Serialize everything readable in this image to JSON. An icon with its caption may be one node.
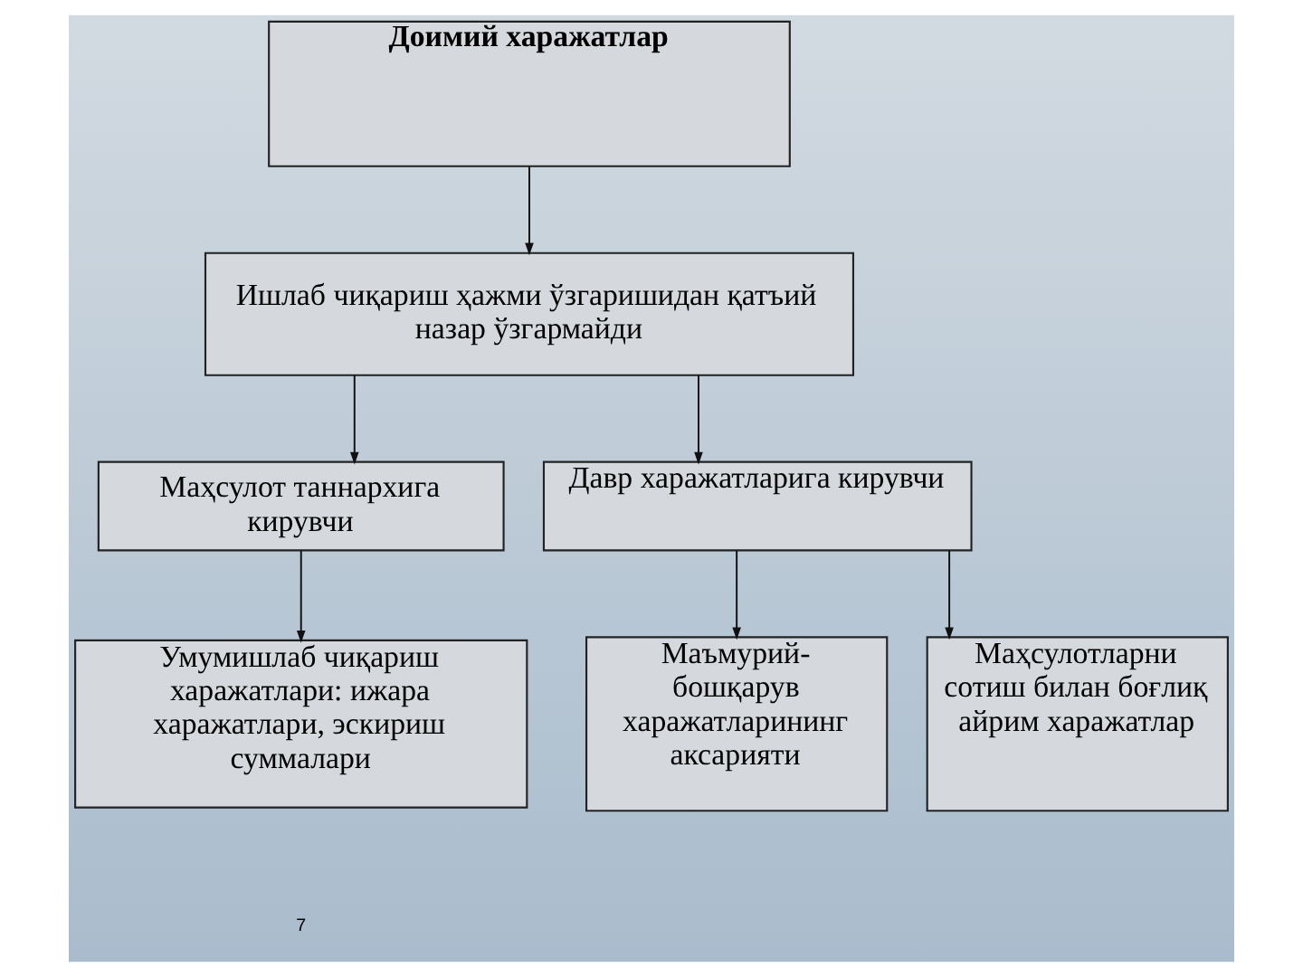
{
  "diagram": {
    "nodes": [
      {
        "text": [
          "Доимий харажатлар"
        ]
      },
      {
        "text": [
          "Ишлаб чиқариш ҳажми ўзгаришидан қатъий назар ўзгармайди"
        ]
      },
      {
        "text": [
          "Маҳсулот таннархига кирувчи"
        ]
      },
      {
        "text": [
          "Давр харажатларига кирувчи"
        ]
      },
      {
        "text": [
          "Умумишлаб чиқариш харажатлари: ижара харажатлари, эскириш суммалари"
        ]
      },
      {
        "text": [
          "Маъмурий-бошқарув харажатларининг аксарияти"
        ]
      },
      {
        "text": [
          "Маҳсулотларни сотиш билан боғлиқ айрим харажатлар"
        ]
      }
    ],
    "edges": [
      {
        "from": 0,
        "to": 1,
        "arrow": "to"
      },
      {
        "from": 1,
        "to": 2,
        "arrow": "to"
      },
      {
        "from": 1,
        "to": 3,
        "arrow": "to"
      },
      {
        "from": 2,
        "to": 4,
        "arrow": "to"
      },
      {
        "from": 3,
        "to": 5,
        "arrow": "to"
      },
      {
        "from": 3,
        "to": 6,
        "arrow": "to"
      }
    ],
    "labels": [
      "7"
    ]
  }
}
